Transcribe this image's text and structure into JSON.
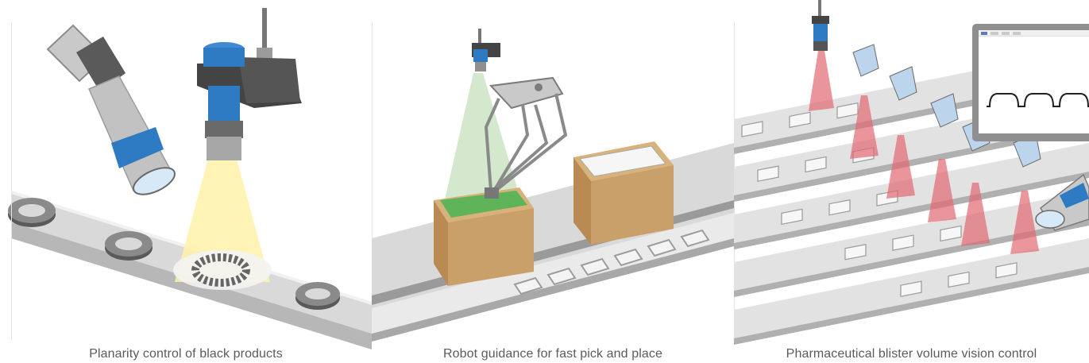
{
  "panels": [
    {
      "caption": "Planarity control of black products"
    },
    {
      "caption": "Robot guidance for fast pick and place"
    },
    {
      "caption": "Pharmaceutical blister volume vision control"
    }
  ],
  "colors": {
    "camera_blue": "#2e7bc4",
    "camera_dark": "#3a3a3a",
    "camera_grey": "#bdbdbd",
    "conveyor": "#d9d9d9",
    "conveyor_edge": "#a9a9a9",
    "yellow_light": "#fff2a8",
    "green_light": "#cfe6c9",
    "red_laser": "#e26872",
    "box": "#caa06a",
    "box_dark": "#b98b52",
    "grass": "#5fb45a"
  },
  "icons": [
    "angled-camera-icon",
    "vertical-camera-icon",
    "delta-robot-icon",
    "cardboard-box-icon",
    "laser-camera-icon",
    "monitor-icon"
  ]
}
